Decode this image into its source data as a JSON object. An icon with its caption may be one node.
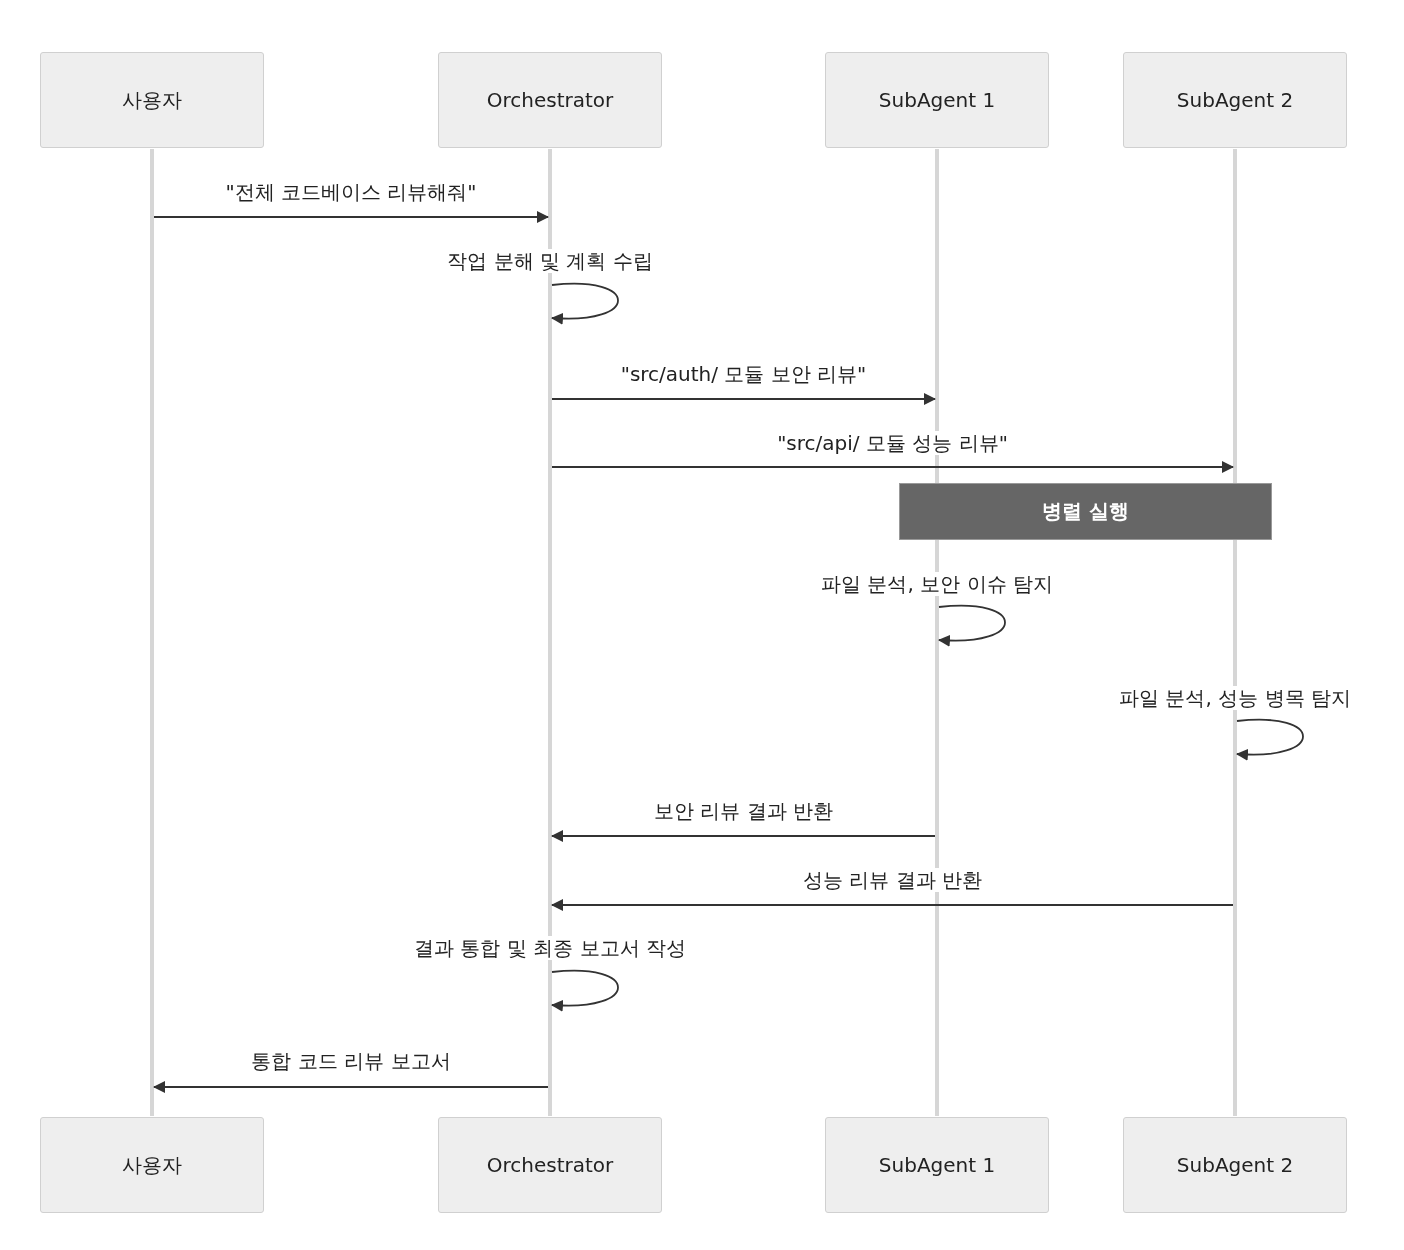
{
  "diagram": {
    "nodes": [
      {
        "text": [
          "사용자"
        ]
      },
      {
        "text": [
          "Orchestrator"
        ]
      },
      {
        "text": [
          "SubAgent 1"
        ]
      },
      {
        "text": [
          "SubAgent 2"
        ]
      },
      {
        "text": [
          "사용자"
        ]
      },
      {
        "text": [
          "Orchestrator"
        ]
      },
      {
        "text": [
          "SubAgent 1"
        ]
      },
      {
        "text": [
          "SubAgent 2"
        ]
      },
      {
        "text": [
          "병렬 실행"
        ]
      },
      {
        "text": [],
        "shape": "bar"
      },
      {
        "text": [],
        "shape": "bar"
      },
      {
        "text": [],
        "shape": "bar"
      },
      {
        "text": [],
        "shape": "bar"
      }
    ],
    "edges": [
      {
        "from": 9,
        "to": 10,
        "arrow": "to",
        "label": "\"전체 코드베이스 리뷰해줘\""
      },
      {
        "from": 10,
        "to": 10,
        "arrow": "to",
        "label": "작업 분해 및 계획 수립"
      },
      {
        "from": 10,
        "to": 11,
        "arrow": "to",
        "label": "\"src/auth/ 모듈 보안 리뷰\""
      },
      {
        "from": 10,
        "to": 12,
        "arrow": "to",
        "label": "\"src/api/ 모듈 성능 리뷰\""
      },
      {
        "from": 11,
        "to": 11,
        "arrow": "to",
        "label": "파일 분석, 보안 이슈 탐지"
      },
      {
        "from": 12,
        "to": 12,
        "arrow": "to",
        "label": "파일 분석, 성능 병목 탐지"
      },
      {
        "from": 11,
        "to": 10,
        "arrow": "to",
        "label": "보안 리뷰 결과 반환"
      },
      {
        "from": 12,
        "to": 10,
        "arrow": "to",
        "label": "성능 리뷰 결과 반환"
      },
      {
        "from": 10,
        "to": 10,
        "arrow": "to",
        "label": "결과 통합 및 최종 보고서 작성"
      },
      {
        "from": 10,
        "to": 9,
        "arrow": "to",
        "label": "통합 코드 리뷰 보고서"
      }
    ]
  }
}
